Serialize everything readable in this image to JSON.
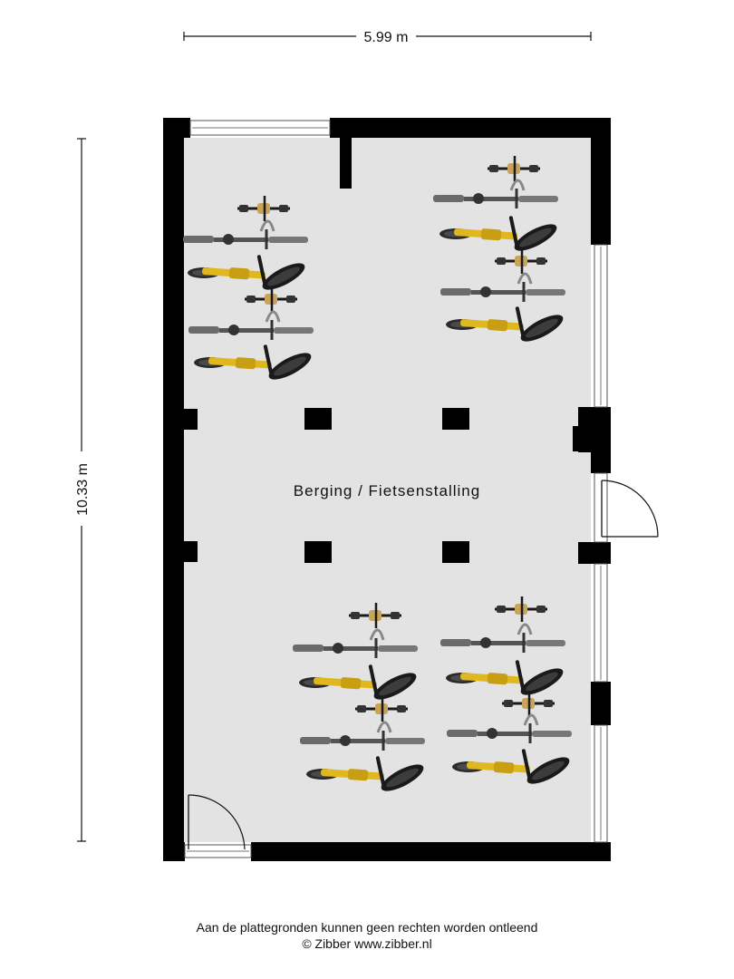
{
  "dimensions": {
    "width_label": "5.99 m",
    "height_label": "10.33 m"
  },
  "room": {
    "label": "Berging / Fietsenstalling"
  },
  "footer": {
    "disclaimer": "Aan de plattegronden kunnen geen rechten worden ontleend",
    "copyright": "© Zibber www.zibber.nl"
  },
  "colors": {
    "wall": "#000000",
    "floor": "#e3e3e3",
    "bike_frame": "#e0b81e",
    "bike_dark": "#1a1a1a",
    "bike_grey": "#6b6b6b"
  },
  "icons": [
    "bicycle-icon",
    "door-swing-icon",
    "window-icon"
  ]
}
